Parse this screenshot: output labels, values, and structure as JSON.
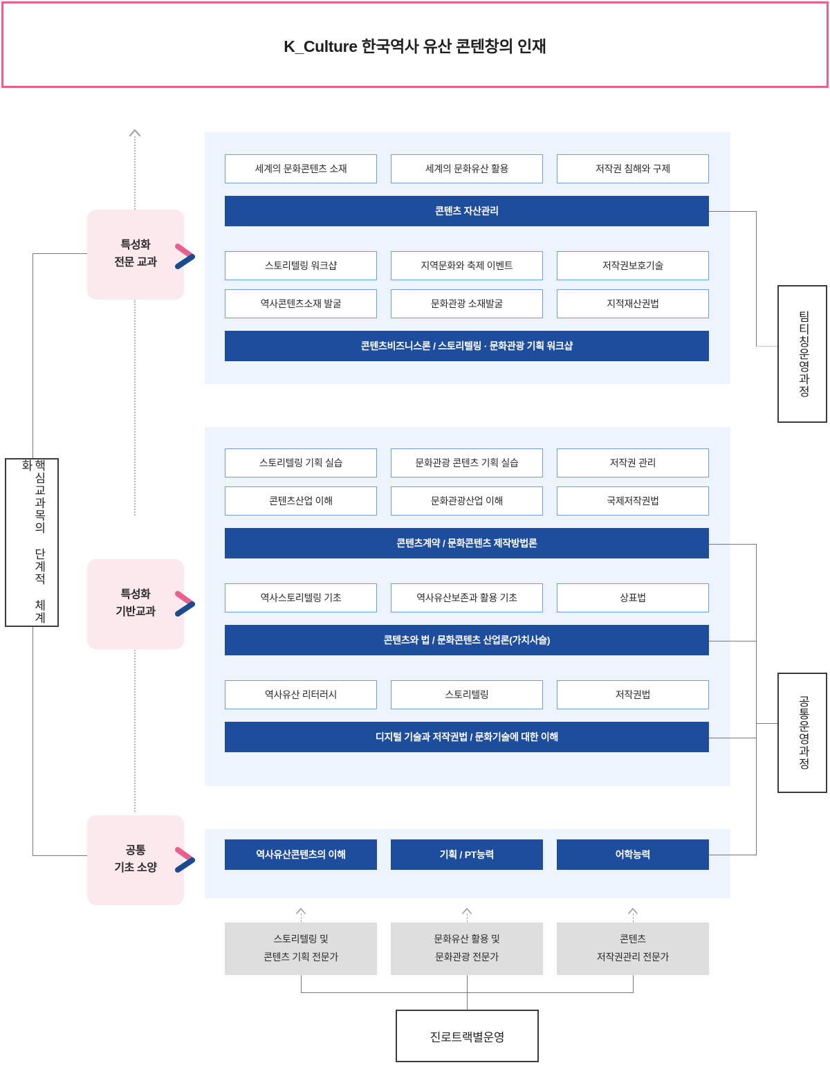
{
  "header": {
    "title": "K_Culture 한국역사 유산 콘텐창의 인재"
  },
  "left_axis": {
    "label": "핵심교과목의 단계적 체계화"
  },
  "stages": [
    {
      "id": "specialized-professional",
      "line1": "특성화",
      "line2": "전문 교과"
    },
    {
      "id": "specialized-foundation",
      "line1": "특성화",
      "line2": "기반교과"
    },
    {
      "id": "common-basic",
      "line1": "공통",
      "line2": "기초 소양"
    }
  ],
  "right_tracks": [
    {
      "id": "team-teaching",
      "label": "팀티칭운영과정"
    },
    {
      "id": "common-operation",
      "label": "공통운영과정"
    }
  ],
  "sections": {
    "professional": {
      "rows": [
        {
          "type": "courses",
          "items": [
            "세계의 문화콘텐츠 소재",
            "세계의 문화유산 활용",
            "저작권 침해와 구제"
          ]
        },
        {
          "type": "bar",
          "label": "콘텐츠 자산관리"
        },
        {
          "type": "courses",
          "items": [
            "스토리텔링 워크샵",
            "지역문화와 축제 이벤트",
            "저작권보호기술"
          ]
        },
        {
          "type": "courses",
          "items": [
            "역사콘텐츠소재 발굴",
            "문화관광 소재발굴",
            "지적재산권법"
          ]
        },
        {
          "type": "bar",
          "label": "콘텐츠비즈니스론 / 스토리텔링 · 문화관광 기획 워크샵"
        }
      ]
    },
    "foundation": {
      "rows": [
        {
          "type": "courses",
          "items": [
            "스토리텔링 기획 실습",
            "문화관광 콘텐츠 기획 실습",
            "저작권 관리"
          ]
        },
        {
          "type": "courses",
          "items": [
            "콘텐츠산업 이해",
            "문화관광산업 이해",
            "국제저작권법"
          ]
        },
        {
          "type": "bar",
          "label": "콘텐츠계약 / 문화콘텐츠 제작방법론"
        },
        {
          "type": "courses",
          "items": [
            "역사스토리텔링 기초",
            "역사유산보존과 활용 기초",
            "상표법"
          ]
        },
        {
          "type": "bar",
          "label": "콘텐츠와 법 / 문화콘텐츠 산업론(가치사슬)"
        },
        {
          "type": "courses",
          "items": [
            "역사유산 리터러시",
            "스토리텔링",
            "저작권법"
          ]
        },
        {
          "type": "bar",
          "label": "디지털 기술과 저작권법 / 문화기술에 대한 이해"
        }
      ]
    },
    "common": {
      "bars": [
        "역사유산콘텐츠의 이해",
        "기획 / PT능력",
        "어학능력"
      ]
    }
  },
  "careers": [
    {
      "line1": "스토리텔링 및",
      "line2": "콘텐츠 기획 전문가"
    },
    {
      "line1": "문화유산 활용 및",
      "line2": "문화관광 전문가"
    },
    {
      "line1": "콘텐츠",
      "line2": "저작권관리 전문가"
    }
  ],
  "outcome": {
    "label": "진로트랙별운영"
  },
  "colors": {
    "accent_pink": "#e8608d",
    "bar_navy": "#1d4d9c",
    "panel_blue": "#eef4fd",
    "stage_pink": "#fce9ee",
    "career_gray": "#dedede",
    "course_border": "#6d9ce0"
  }
}
